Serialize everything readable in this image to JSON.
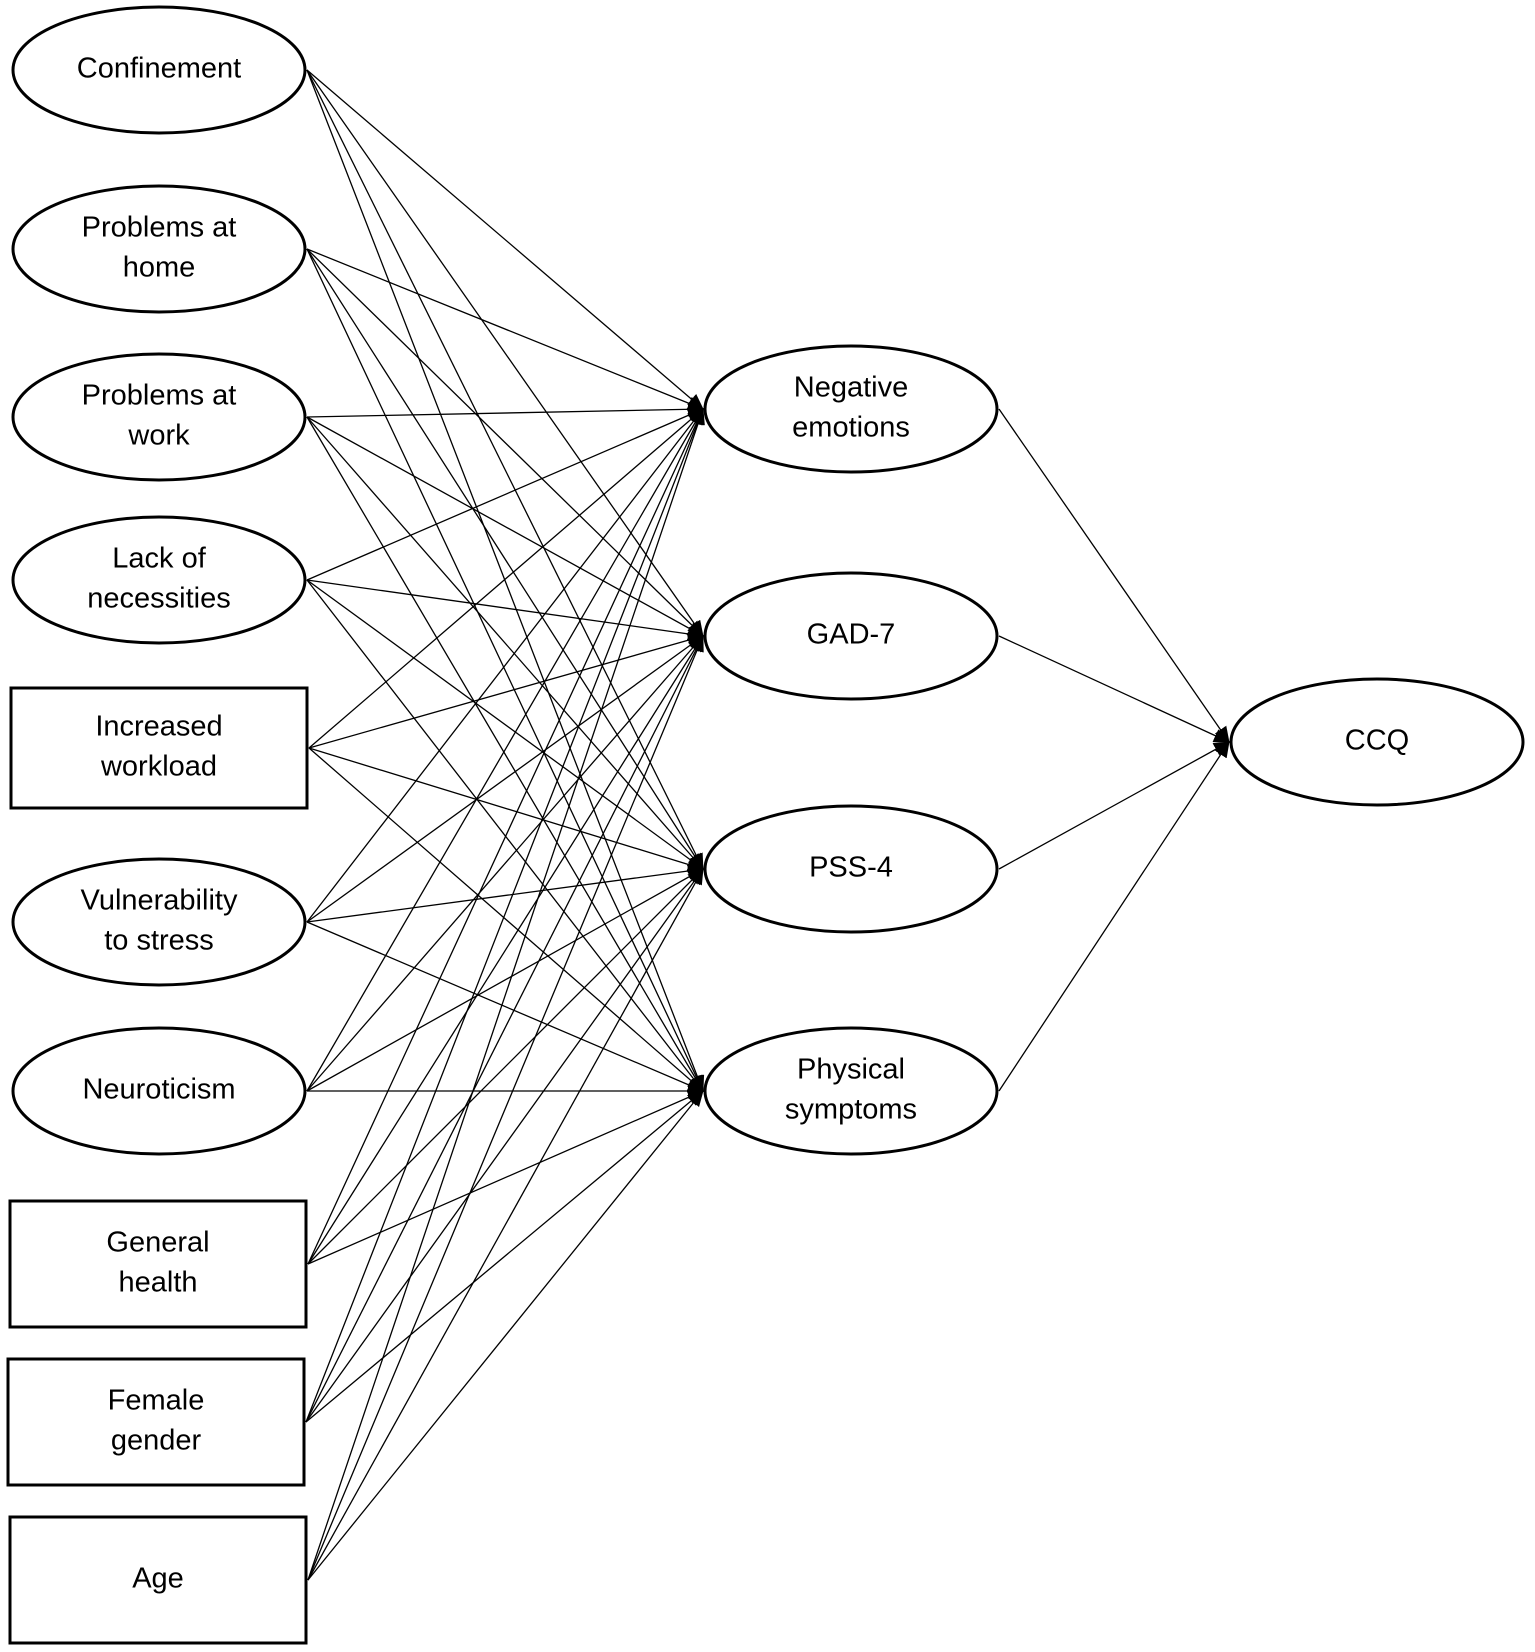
{
  "diagram": {
    "type": "path-model",
    "predictors": [
      {
        "id": "confinement",
        "shape": "ellipse",
        "lines": [
          "Confinement"
        ]
      },
      {
        "id": "problems-home",
        "shape": "ellipse",
        "lines": [
          "Problems at",
          "home"
        ]
      },
      {
        "id": "problems-work",
        "shape": "ellipse",
        "lines": [
          "Problems at",
          "work"
        ]
      },
      {
        "id": "lack-necessities",
        "shape": "ellipse",
        "lines": [
          "Lack of",
          "necessities"
        ]
      },
      {
        "id": "increased-workload",
        "shape": "rect",
        "lines": [
          "Increased",
          "workload"
        ]
      },
      {
        "id": "vulnerability-stress",
        "shape": "ellipse",
        "lines": [
          "Vulnerability",
          "to stress"
        ]
      },
      {
        "id": "neuroticism",
        "shape": "ellipse",
        "lines": [
          "Neuroticism"
        ]
      },
      {
        "id": "general-health",
        "shape": "rect",
        "lines": [
          "General",
          "health"
        ]
      },
      {
        "id": "female-gender",
        "shape": "rect",
        "lines": [
          "Female",
          "gender"
        ]
      },
      {
        "id": "age",
        "shape": "rect",
        "lines": [
          "Age"
        ]
      }
    ],
    "mediators": [
      {
        "id": "negative-emotions",
        "shape": "ellipse",
        "lines": [
          "Negative",
          "emotions"
        ]
      },
      {
        "id": "gad7",
        "shape": "ellipse",
        "lines": [
          "GAD-7"
        ]
      },
      {
        "id": "pss4",
        "shape": "ellipse",
        "lines": [
          "PSS-4"
        ]
      },
      {
        "id": "physical-symptoms",
        "shape": "ellipse",
        "lines": [
          "Physical",
          "symptoms"
        ]
      }
    ],
    "outcome": {
      "id": "ccq",
      "shape": "ellipse",
      "lines": [
        "CCQ"
      ]
    },
    "edges_rule": "every predictor points to every mediator; every mediator points to the outcome"
  }
}
